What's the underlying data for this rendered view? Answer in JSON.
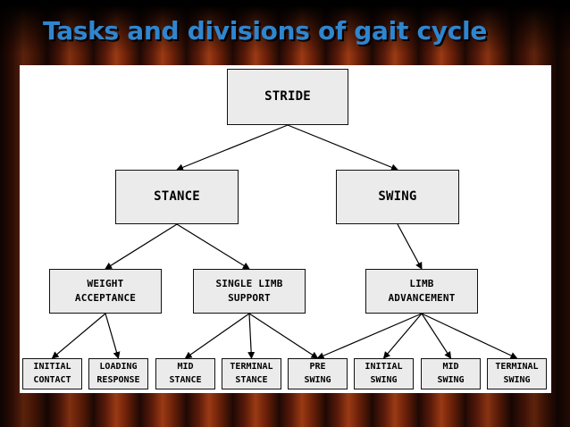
{
  "slide": {
    "title": "Tasks and divisions of gait cycle"
  },
  "diagram": {
    "root": "STRIDE",
    "phases": [
      "STANCE",
      "SWING"
    ],
    "tasks": [
      "WEIGHT\nACCEPTANCE",
      "SINGLE LIMB\nSUPPORT",
      "LIMB\nADVANCEMENT"
    ],
    "subphases": [
      "INITIAL\nCONTACT",
      "LOADING\nRESPONSE",
      "MID\nSTANCE",
      "TERMINAL\nSTANCE",
      "PRE\nSWING",
      "INITIAL\nSWING",
      "MID\nSWING",
      "TERMINAL\nSWING"
    ],
    "edges": [
      [
        "STRIDE",
        "STANCE"
      ],
      [
        "STRIDE",
        "SWING"
      ],
      [
        "STANCE",
        "WEIGHT\nACCEPTANCE"
      ],
      [
        "STANCE",
        "SINGLE LIMB\nSUPPORT"
      ],
      [
        "SWING",
        "LIMB\nADVANCEMENT"
      ],
      [
        "WEIGHT\nACCEPTANCE",
        "INITIAL\nCONTACT"
      ],
      [
        "WEIGHT\nACCEPTANCE",
        "LOADING\nRESPONSE"
      ],
      [
        "SINGLE LIMB\nSUPPORT",
        "MID\nSTANCE"
      ],
      [
        "SINGLE LIMB\nSUPPORT",
        "TERMINAL\nSTANCE"
      ],
      [
        "SINGLE LIMB\nSUPPORT",
        "PRE\nSWING"
      ],
      [
        "LIMB\nADVANCEMENT",
        "PRE\nSWING"
      ],
      [
        "LIMB\nADVANCEMENT",
        "INITIAL\nSWING"
      ],
      [
        "LIMB\nADVANCEMENT",
        "MID\nSWING"
      ],
      [
        "LIMB\nADVANCEMENT",
        "TERMINAL\nSWING"
      ]
    ]
  }
}
